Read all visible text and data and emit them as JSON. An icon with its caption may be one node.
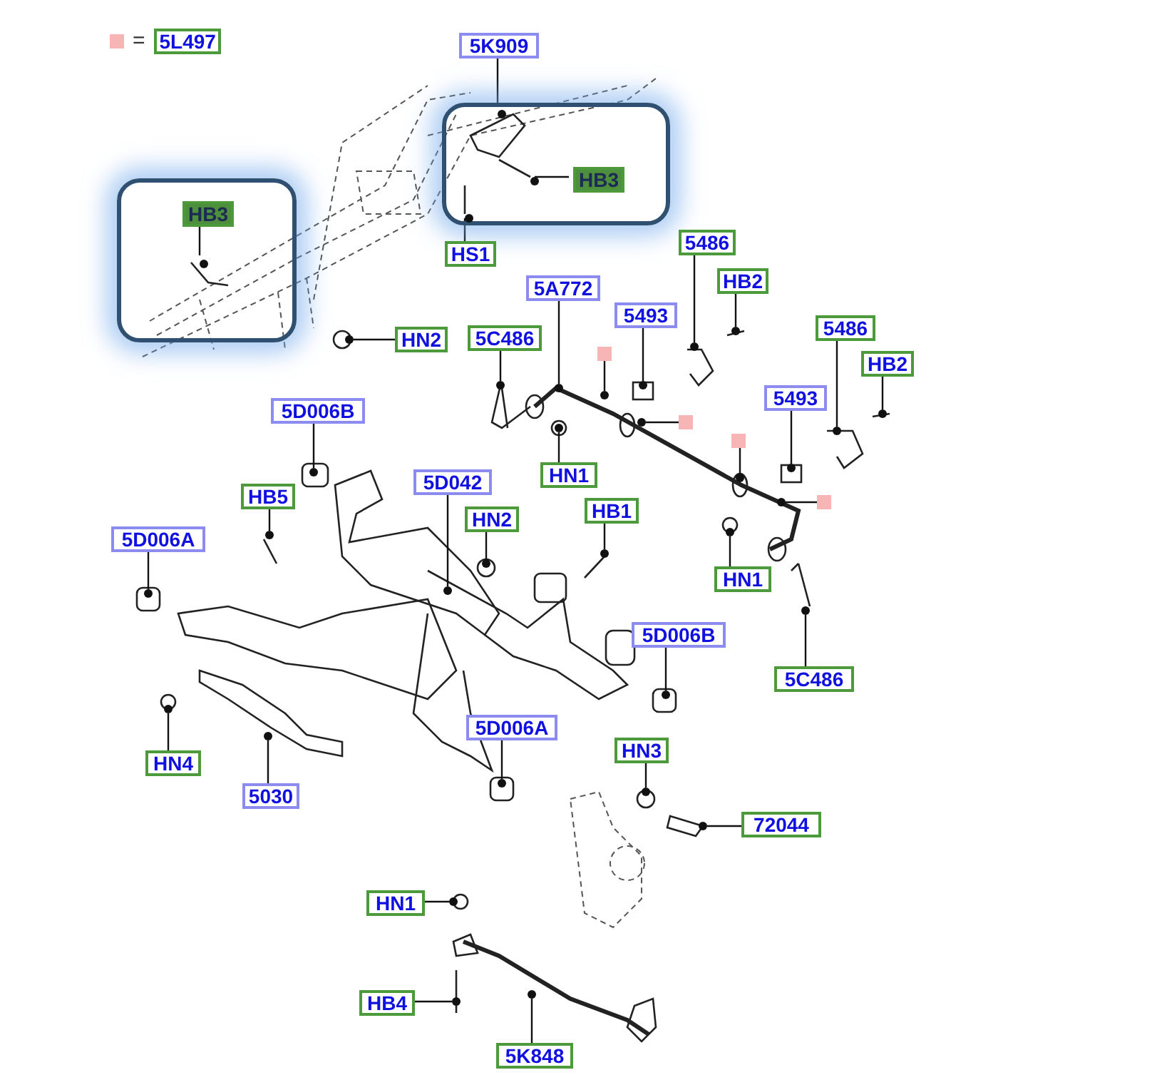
{
  "diagram": {
    "nodes": [
      {
        "text": [],
        "shape": "box"
      },
      {
        "text": [],
        "shape": "box"
      },
      {
        "text": [
          "5K909"
        ]
      },
      {
        "text": [
          "HB3"
        ],
        "in": 0
      },
      {
        "text": [
          "HB3"
        ],
        "in": 1
      },
      {
        "text": [
          "HS1"
        ]
      },
      {
        "text": [
          "HN2"
        ]
      },
      {
        "text": [
          "5A772"
        ]
      },
      {
        "text": [
          "5486"
        ]
      },
      {
        "text": [
          "HB2"
        ]
      },
      {
        "text": [
          "5C486"
        ]
      },
      {
        "text": [
          "5493"
        ]
      },
      {
        "text": [],
        "shape": "box"
      },
      {
        "text": [
          "5486"
        ]
      },
      {
        "text": [
          "HB2"
        ]
      },
      {
        "text": [
          "5493"
        ]
      },
      {
        "text": [],
        "shape": "box"
      },
      {
        "text": [],
        "shape": "box"
      },
      {
        "text": [],
        "shape": "box"
      },
      {
        "text": [
          "5D006B"
        ]
      },
      {
        "text": [
          "HN1"
        ]
      },
      {
        "text": [
          "5D042"
        ]
      },
      {
        "text": [
          "HB5"
        ]
      },
      {
        "text": [
          "HN2"
        ]
      },
      {
        "text": [
          "HB1"
        ]
      },
      {
        "text": [
          "5D006A"
        ]
      },
      {
        "text": [
          "HN1"
        ]
      },
      {
        "text": [
          "5D006B"
        ]
      },
      {
        "text": [
          "5C486"
        ]
      },
      {
        "text": [
          "HN4"
        ]
      },
      {
        "text": [
          "5030"
        ]
      },
      {
        "text": [
          "5D006A"
        ]
      },
      {
        "text": [
          "HN3"
        ]
      },
      {
        "text": [
          "72044"
        ]
      },
      {
        "text": [
          "HN1"
        ]
      },
      {
        "text": [
          "HB4"
        ]
      },
      {
        "text": [
          "5K848"
        ]
      },
      {
        "text": [],
        "shape": "circle",
        "in": 1
      },
      {
        "text": [],
        "shape": "circle",
        "in": 0
      },
      {
        "text": [],
        "shape": "circle",
        "in": 1
      },
      {
        "text": [],
        "shape": "circle",
        "in": 1
      },
      {
        "text": [],
        "shape": "circle"
      },
      {
        "text": [],
        "shape": "circle"
      },
      {
        "text": [],
        "shape": "circle"
      },
      {
        "text": [],
        "shape": "circle"
      },
      {
        "text": [],
        "shape": "circle"
      },
      {
        "text": [],
        "shape": "circle"
      },
      {
        "text": [],
        "shape": "circle"
      },
      {
        "text": [],
        "shape": "circle"
      },
      {
        "text": [],
        "shape": "circle"
      },
      {
        "text": [],
        "shape": "circle"
      },
      {
        "text": [],
        "shape": "circle"
      },
      {
        "text": [],
        "shape": "circle"
      },
      {
        "text": [],
        "shape": "circle"
      },
      {
        "text": [],
        "shape": "circle"
      },
      {
        "text": [],
        "shape": "circle"
      },
      {
        "text": [],
        "shape": "circle"
      },
      {
        "text": [],
        "shape": "circle"
      },
      {
        "text": [],
        "shape": "circle"
      },
      {
        "text": [],
        "shape": "circle"
      },
      {
        "text": [],
        "shape": "circle"
      },
      {
        "text": [],
        "shape": "circle"
      },
      {
        "text": [],
        "shape": "circle"
      },
      {
        "text": [],
        "shape": "circle"
      },
      {
        "text": [],
        "shape": "circle"
      },
      {
        "text": [],
        "shape": "circle"
      },
      {
        "text": [],
        "shape": "circle"
      },
      {
        "text": [],
        "shape": "circle"
      },
      {
        "text": [],
        "shape": "circle"
      },
      {
        "text": [],
        "shape": "circle"
      },
      {
        "text": [],
        "shape": "circle"
      },
      {
        "text": [],
        "shape": "circle"
      }
    ],
    "edges": [
      {
        "from": 2,
        "to": 37,
        "arrow": "none"
      },
      {
        "from": 3,
        "to": 38,
        "arrow": "none"
      },
      {
        "from": 4,
        "to": 39,
        "arrow": "none"
      },
      {
        "from": 5,
        "to": 40,
        "arrow": "none"
      },
      {
        "from": 6,
        "to": 41,
        "arrow": "none"
      },
      {
        "from": 7,
        "to": 42,
        "arrow": "none"
      },
      {
        "from": 8,
        "to": 43,
        "arrow": "none"
      },
      {
        "from": 9,
        "to": 44,
        "arrow": "none"
      },
      {
        "from": 10,
        "to": 45,
        "arrow": "none"
      },
      {
        "from": 11,
        "to": 46,
        "arrow": "none"
      },
      {
        "from": 12,
        "to": 47,
        "arrow": "none"
      },
      {
        "from": 13,
        "to": 48,
        "arrow": "none"
      },
      {
        "from": 14,
        "to": 49,
        "arrow": "none"
      },
      {
        "from": 15,
        "to": 50,
        "arrow": "none"
      },
      {
        "from": 16,
        "to": 51,
        "arrow": "none"
      },
      {
        "from": 17,
        "to": 52,
        "arrow": "none"
      },
      {
        "from": 18,
        "to": 53,
        "arrow": "none"
      },
      {
        "from": 19,
        "to": 54,
        "arrow": "none"
      },
      {
        "from": 20,
        "to": 55,
        "arrow": "none"
      },
      {
        "from": 21,
        "to": 56,
        "arrow": "none"
      },
      {
        "from": 22,
        "to": 57,
        "arrow": "none"
      },
      {
        "from": 23,
        "to": 58,
        "arrow": "none"
      },
      {
        "from": 24,
        "to": 59,
        "arrow": "none"
      },
      {
        "from": 25,
        "to": 60,
        "arrow": "none"
      },
      {
        "from": 26,
        "to": 61,
        "arrow": "none"
      },
      {
        "from": 27,
        "to": 62,
        "arrow": "none"
      },
      {
        "from": 28,
        "to": 63,
        "arrow": "none"
      },
      {
        "from": 29,
        "to": 64,
        "arrow": "none"
      },
      {
        "from": 30,
        "to": 65,
        "arrow": "none"
      },
      {
        "from": 31,
        "to": 66,
        "arrow": "none"
      },
      {
        "from": 32,
        "to": 67,
        "arrow": "none"
      },
      {
        "from": 33,
        "to": 68,
        "arrow": "none"
      },
      {
        "from": 34,
        "to": 69,
        "arrow": "none"
      },
      {
        "from": 35,
        "to": 70,
        "arrow": "none"
      },
      {
        "from": 36,
        "to": 71,
        "arrow": "none"
      }
    ],
    "labels": [
      "="
    ],
    "legend": [
      {
        "text": "5L497",
        "color": "#f7b5b5"
      }
    ]
  }
}
